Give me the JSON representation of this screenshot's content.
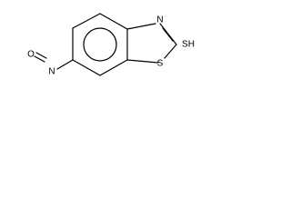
{
  "molecule": {
    "atoms": {
      "nitrogen": "N",
      "sulfur": "S",
      "thiol": "SH",
      "nitro_oxygen": "O",
      "nitro_nitrogen": "N"
    }
  },
  "colors": {
    "background": "#ffffff",
    "ink": "#000000"
  }
}
